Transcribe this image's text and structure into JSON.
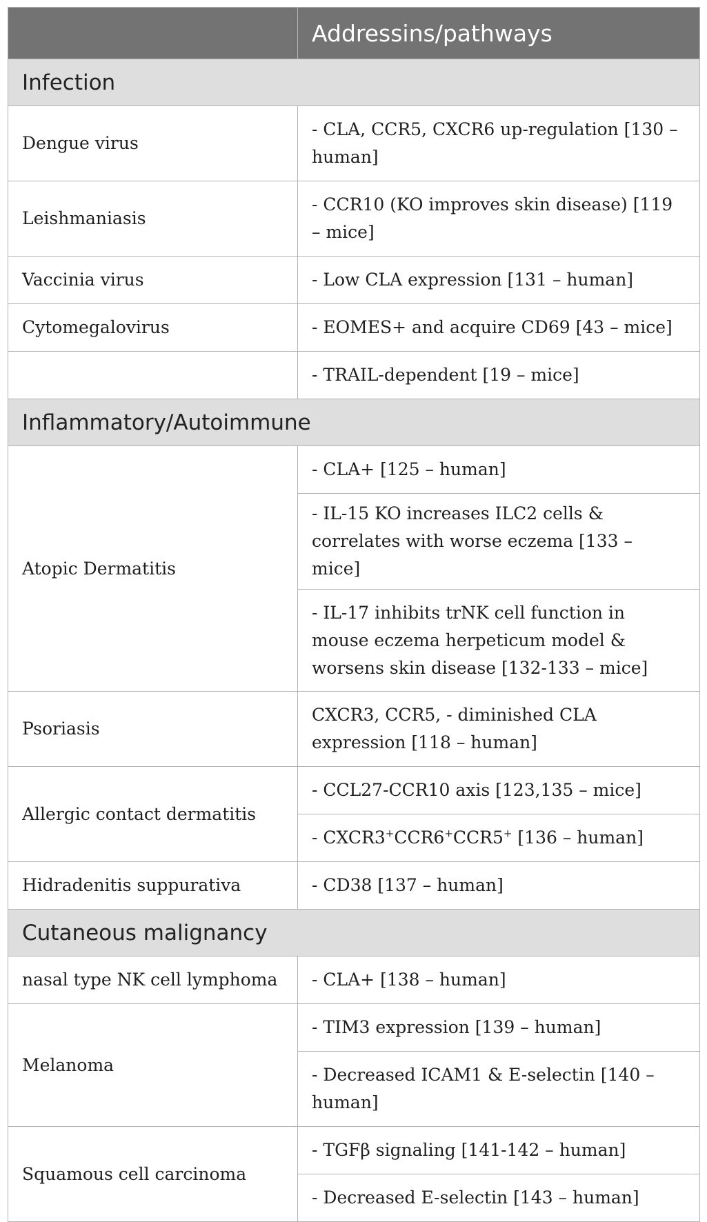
{
  "table": {
    "header": {
      "col1": "",
      "col2": "Addressins/pathways"
    },
    "sections": {
      "infection": "Infection",
      "inflammatory": "Inflammatory/Autoimmune",
      "malignancy": "Cutaneous malignancy"
    },
    "rows": {
      "dengue": {
        "condition": "Dengue virus",
        "value": "- CLA, CCR5, CXCR6 up-regulation [130 – human]"
      },
      "leish": {
        "condition": "Leishmaniasis",
        "value": "- CCR10 (KO improves skin disease) [119 – mice]"
      },
      "vaccinia": {
        "condition": "Vaccinia virus",
        "value": "- Low CLA expression [131 – human]"
      },
      "cmv": {
        "condition": "Cytomegalovirus",
        "value": "- EOMES+ and acquire CD69 [43 – mice]"
      },
      "trail": {
        "condition": "",
        "value": "- TRAIL-dependent [19 – mice]"
      },
      "atopic": {
        "condition": "Atopic Dermatitis",
        "values": [
          "- CLA+ [125 – human]",
          "- IL-15 KO increases ILC2 cells & correlates with worse eczema [133 – mice]",
          "- IL-17 inhibits trNK cell function in mouse eczema herpeticum model & worsens skin disease [132-133 – mice]"
        ]
      },
      "psoriasis": {
        "condition": "Psoriasis",
        "value": "CXCR3, CCR5, - diminished CLA expression [118 – human]"
      },
      "allergic": {
        "condition": "Allergic contact dermatitis",
        "value1": "- CCL27-CCR10 axis [123,135 – mice]",
        "value2": {
          "prefix": "- CXCR3",
          "sup1": "+",
          "mid1": "CCR6",
          "sup2": "+",
          "mid2": "CCR5",
          "sup3": "+",
          "suffix": " [136 – human]"
        }
      },
      "hidradenitis": {
        "condition": "Hidradenitis suppurativa",
        "value": "- CD38 [137 – human]"
      },
      "nasal": {
        "condition": "nasal type NK cell lymphoma",
        "value": "- CLA+ [138 – human]"
      },
      "melanoma": {
        "condition": "Melanoma",
        "values": [
          "- TIM3 expression [139 – human]",
          "- Decreased ICAM1 & E-selectin [140 – human]"
        ]
      },
      "scc": {
        "condition": "Squamous cell carcinoma",
        "values": [
          "- TGFβ signaling [141-142 – human]",
          "- Decreased E-selectin [143 – human]"
        ]
      }
    }
  }
}
